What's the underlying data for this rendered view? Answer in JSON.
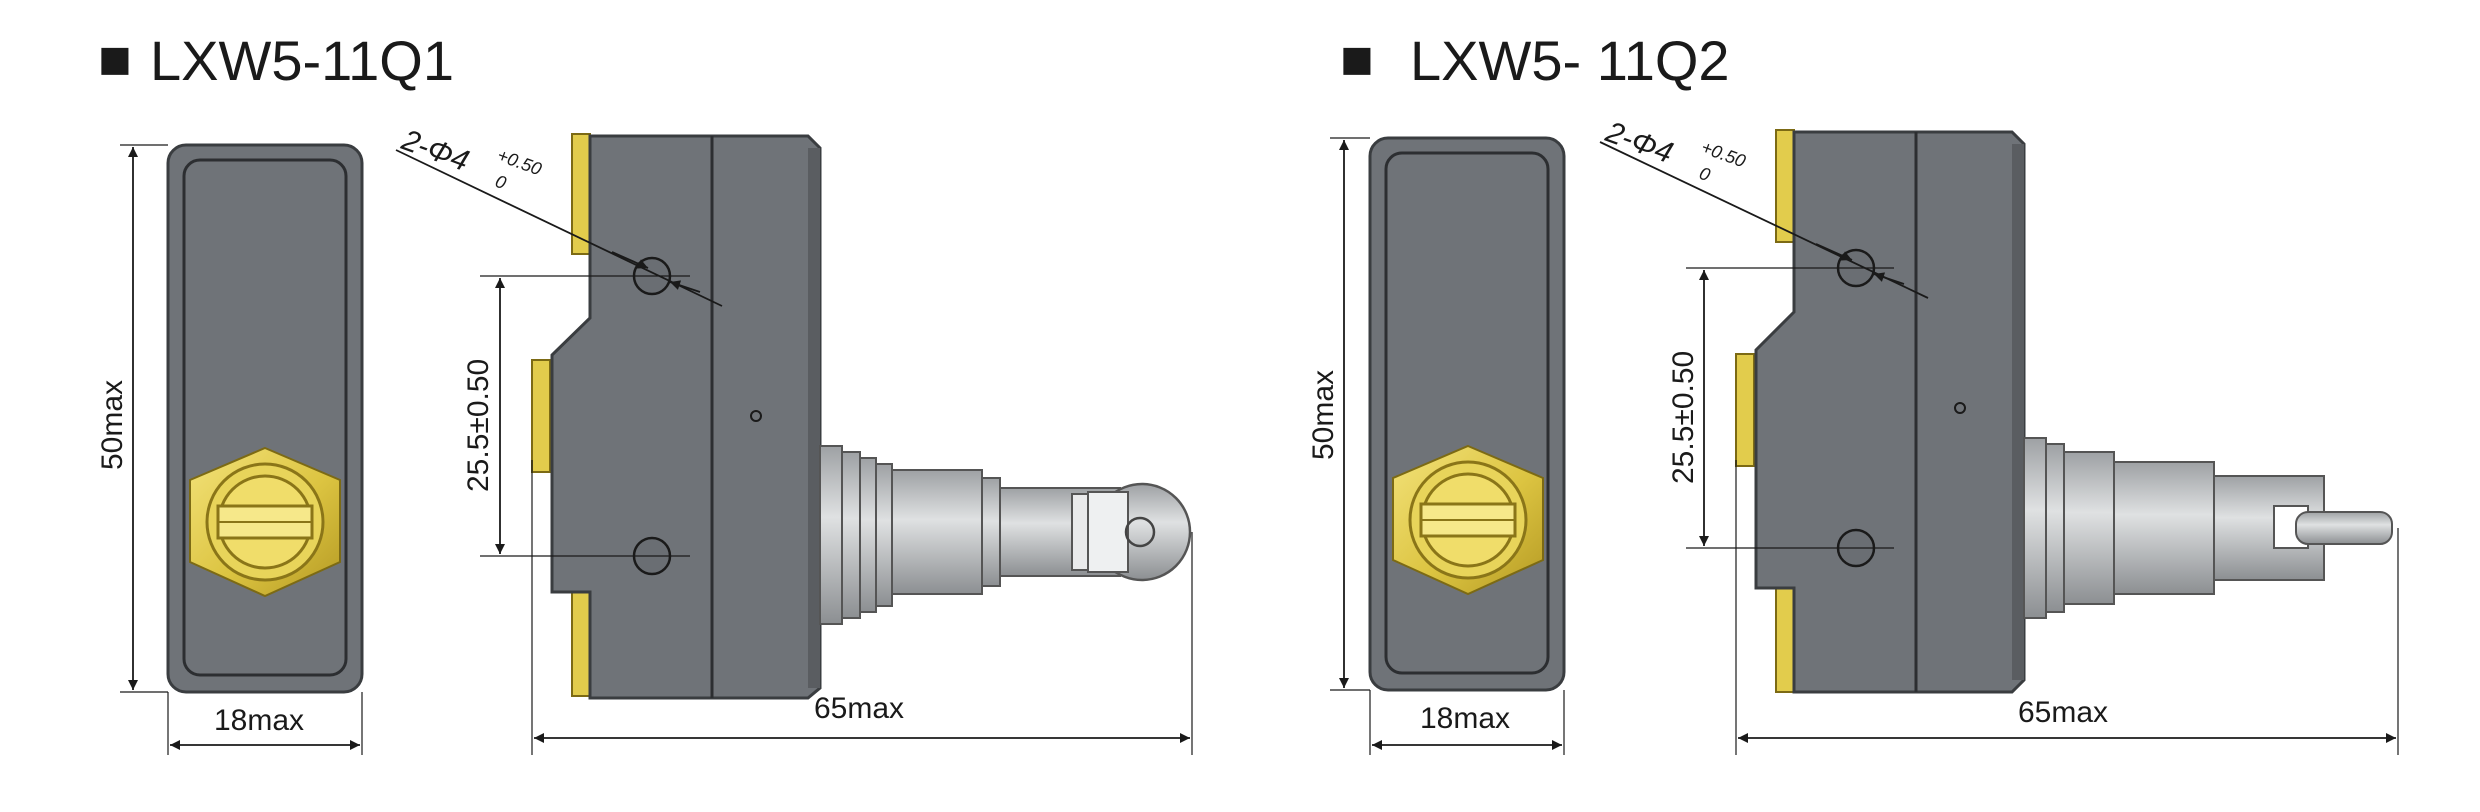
{
  "colors": {
    "body": "#6f7378",
    "terminal": "#e2cc4c",
    "plunger": "#b9bcbf",
    "dimension_line": "#1a1a1a"
  },
  "models": [
    {
      "title": "LXW5-11Q1",
      "bullet": "■",
      "height_label": "50max",
      "width_label": "18max",
      "hole_spacing_label": "25.5±0.50",
      "hole_label": "2-Φ4",
      "hole_tol_upper": "+0.50",
      "hole_tol_lower": "0",
      "length_label": "65max",
      "actuator": "roller"
    },
    {
      "title": "LXW5- 11Q2",
      "bullet": "■",
      "height_label": "50max",
      "width_label": "18max",
      "hole_spacing_label": "25.5±0.50",
      "hole_label": "2-Φ4",
      "hole_tol_upper": "+0.50",
      "hole_tol_lower": "0",
      "length_label": "65max",
      "actuator": "pin"
    }
  ]
}
